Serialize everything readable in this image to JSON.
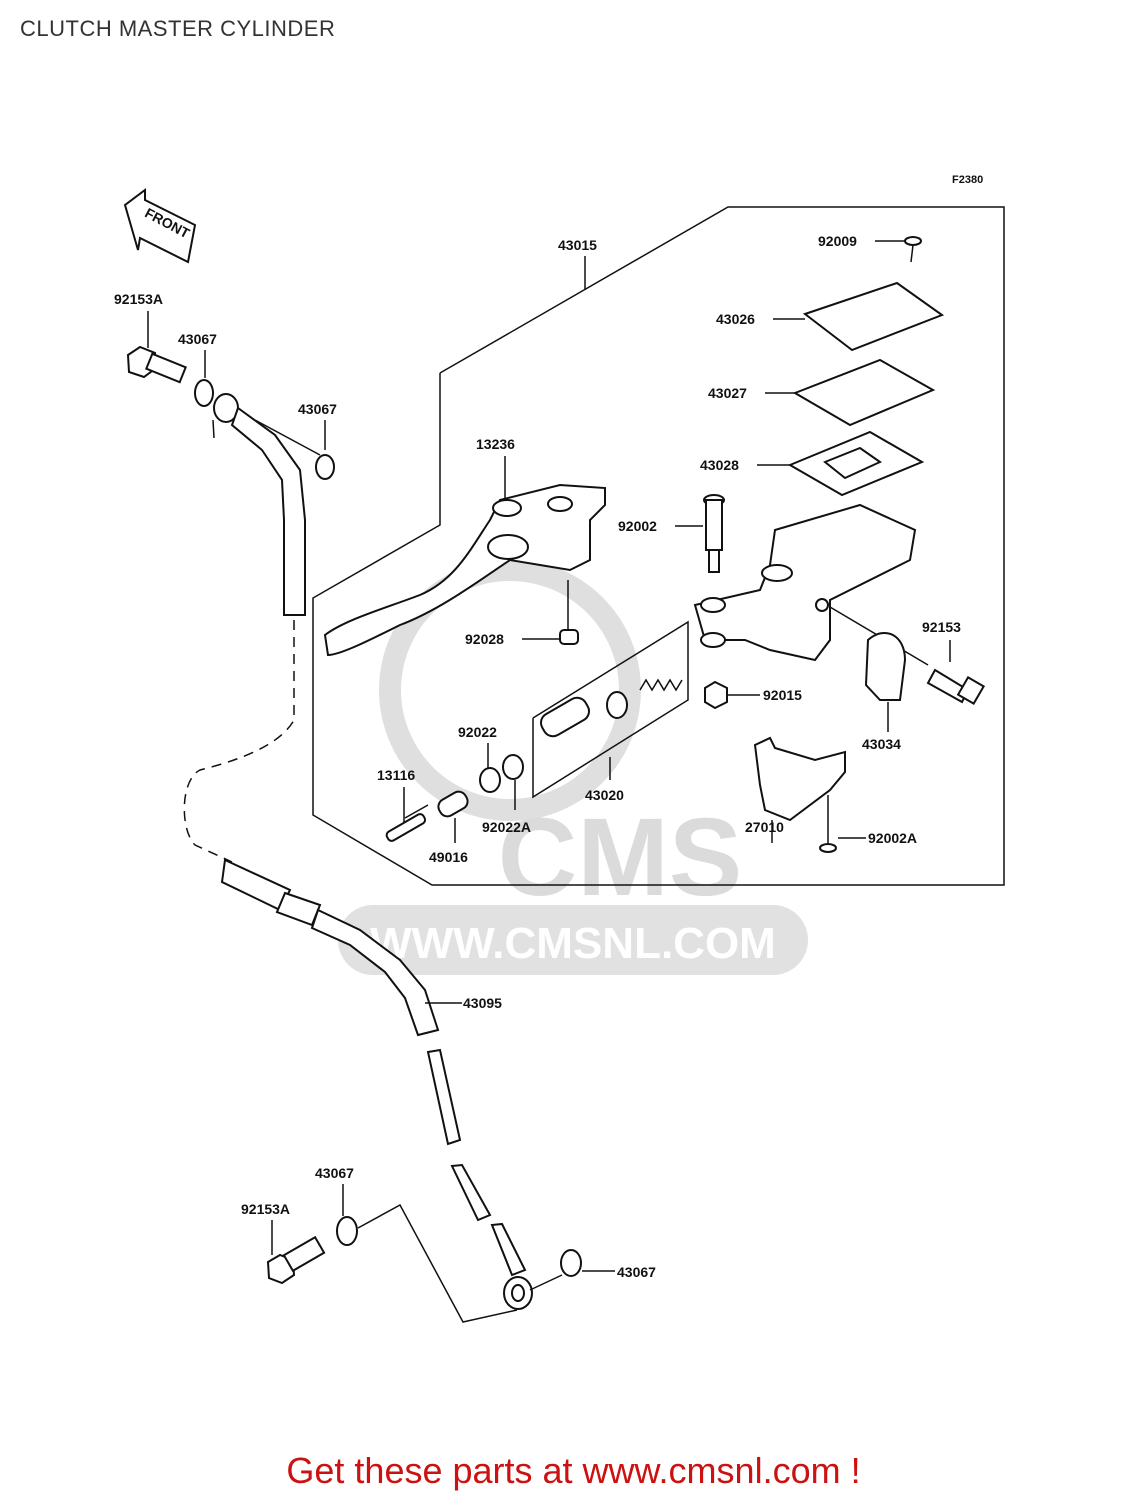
{
  "title": "CLUTCH MASTER CYLINDER",
  "figure_code": "F2380",
  "front_label": "FRONT",
  "watermark": {
    "brand": "CMS",
    "url": "WWW.CMSNL.COM"
  },
  "footer": {
    "text": "Get these parts at www.cmsnl.com !",
    "color": "#cc1111"
  },
  "parts": {
    "p43015": "43015",
    "p92009": "92009",
    "p43026": "43026",
    "p43027": "43027",
    "p43028": "43028",
    "p13236": "13236",
    "p92002": "92002",
    "p92153": "92153",
    "p92028": "92028",
    "p92015": "92015",
    "p43034": "43034",
    "p92022": "92022",
    "p13116": "13116",
    "p43020": "43020",
    "p92022A": "92022A",
    "p49016": "49016",
    "p27010": "27010",
    "p92002A": "92002A",
    "p92153A_top": "92153A",
    "p43067_a": "43067",
    "p43067_b": "43067",
    "p43095": "43095",
    "p43067_c": "43067",
    "p92153A_bottom": "92153A",
    "p43067_d": "43067"
  }
}
